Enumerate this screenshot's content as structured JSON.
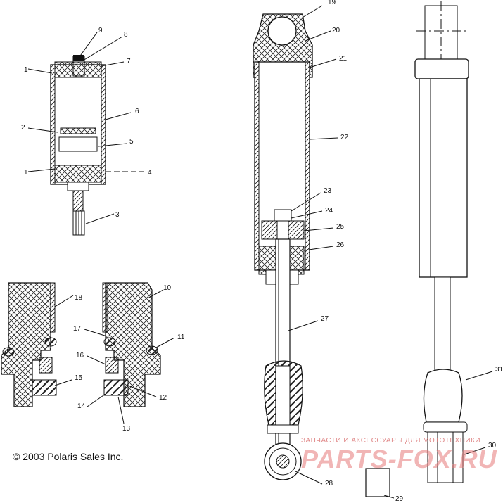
{
  "copyright": "© 2003 Polaris Sales Inc.",
  "watermark": {
    "tagline": "ЗАПЧАСТИ И АКСЕССУАРЫ ДЛЯ МОТОТЕХНИКИ",
    "logo": "PARTS-FOX.RU"
  },
  "callouts": [
    {
      "id": "c1a",
      "text": "1"
    },
    {
      "id": "c2",
      "text": "2"
    },
    {
      "id": "c1b",
      "text": "1"
    },
    {
      "id": "c3",
      "text": "3"
    },
    {
      "id": "c4",
      "text": "4"
    },
    {
      "id": "c5",
      "text": "5"
    },
    {
      "id": "c6",
      "text": "6"
    },
    {
      "id": "c7",
      "text": "7"
    },
    {
      "id": "c8",
      "text": "8"
    },
    {
      "id": "c9",
      "text": "9"
    },
    {
      "id": "c10",
      "text": "10"
    },
    {
      "id": "c11",
      "text": "11"
    },
    {
      "id": "c12",
      "text": "12"
    },
    {
      "id": "c13",
      "text": "13"
    },
    {
      "id": "c14",
      "text": "14"
    },
    {
      "id": "c15",
      "text": "15"
    },
    {
      "id": "c16",
      "text": "16"
    },
    {
      "id": "c17",
      "text": "17"
    },
    {
      "id": "c18",
      "text": "18"
    },
    {
      "id": "c19",
      "text": "19"
    },
    {
      "id": "c20",
      "text": "20"
    },
    {
      "id": "c21",
      "text": "21"
    },
    {
      "id": "c22",
      "text": "22"
    },
    {
      "id": "c23",
      "text": "23"
    },
    {
      "id": "c24",
      "text": "24"
    },
    {
      "id": "c25",
      "text": "25"
    },
    {
      "id": "c26",
      "text": "26"
    },
    {
      "id": "c27",
      "text": "27"
    },
    {
      "id": "c28",
      "text": "28"
    },
    {
      "id": "c29",
      "text": "29"
    },
    {
      "id": "c30",
      "text": "30"
    },
    {
      "id": "c31",
      "text": "31"
    }
  ]
}
